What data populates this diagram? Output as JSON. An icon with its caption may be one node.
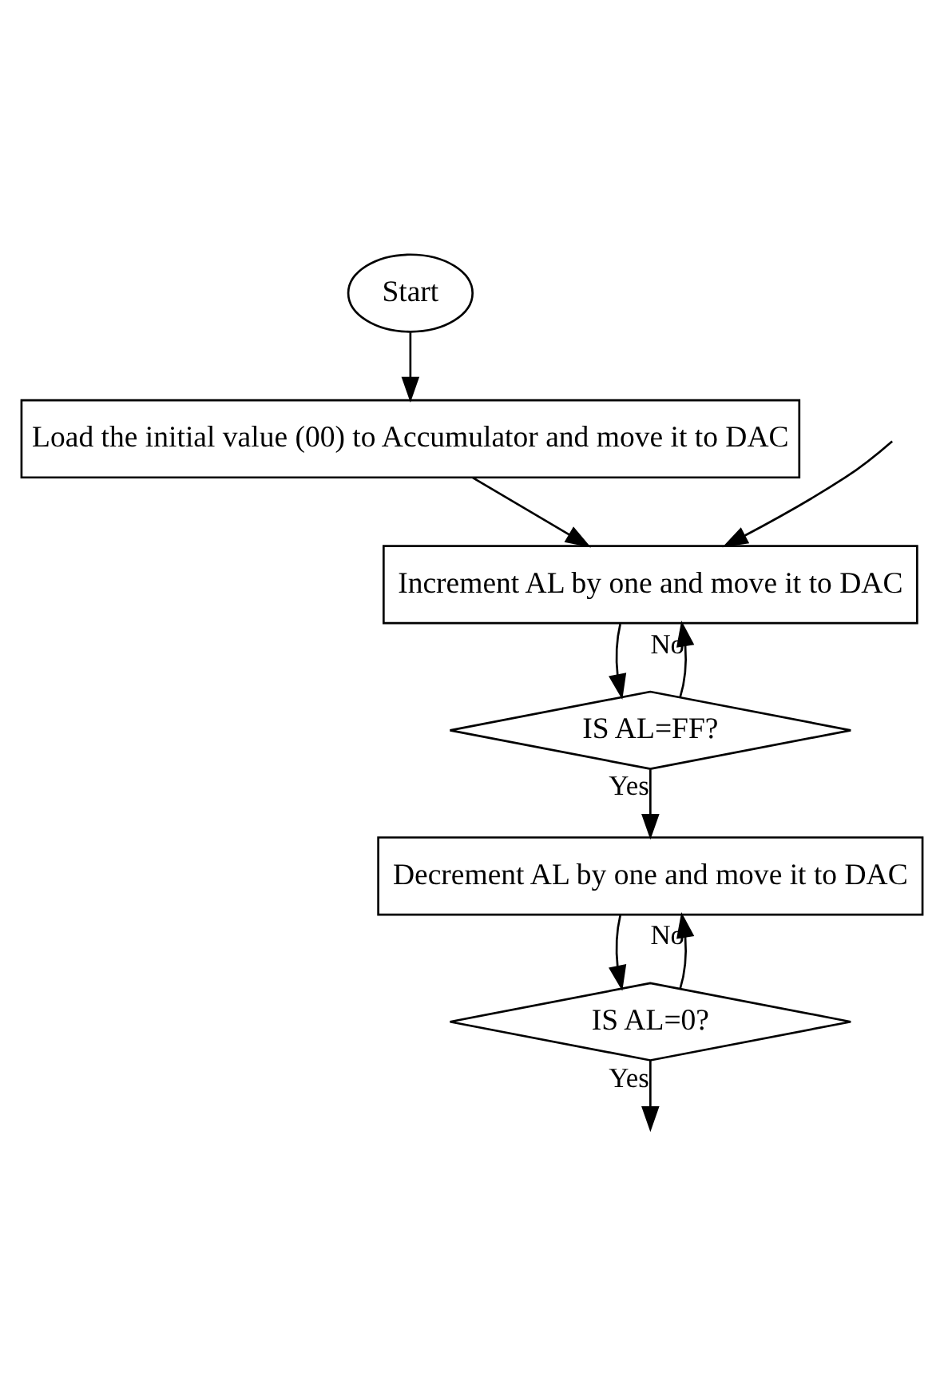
{
  "diagram": {
    "nodes": [
      {
        "text": [
          "Start"
        ]
      },
      {
        "text": [
          "Load the initial value (00) to Accumulator and move it to DAC"
        ]
      },
      {
        "text": [
          "Increment AL by one and move it to DAC"
        ]
      },
      {
        "text": [
          "IS AL=FF?"
        ]
      },
      {
        "text": [
          "Decrement AL by one and move it to DAC"
        ]
      },
      {
        "text": [
          "IS AL=0?"
        ]
      }
    ],
    "edges": [
      {
        "from": 0,
        "to": 1,
        "arrow": "to"
      },
      {
        "from": 1,
        "to": 2,
        "arrow": "to"
      },
      {
        "from": 2,
        "to": 3,
        "arrow": "to"
      },
      {
        "from": 3,
        "to": 2,
        "label": "No",
        "arrow": "to"
      },
      {
        "from": 3,
        "to": 4,
        "label": "Yes",
        "arrow": "to"
      },
      {
        "from": 4,
        "to": 5,
        "arrow": "to"
      },
      {
        "from": 5,
        "to": 4,
        "label": "No",
        "arrow": "to"
      },
      {
        "from": 5,
        "to": null,
        "label": "Yes",
        "arrow": "to"
      },
      {
        "from": null,
        "to": 2,
        "arrow": "to"
      }
    ]
  }
}
